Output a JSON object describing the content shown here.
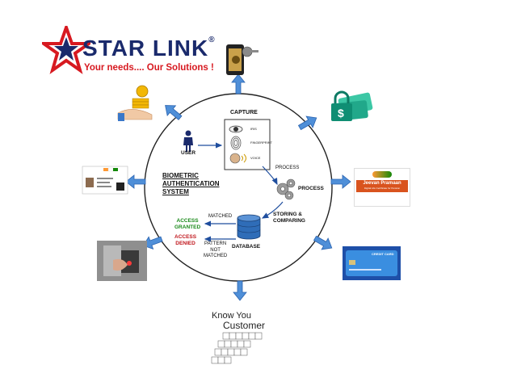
{
  "brand": {
    "name": "STAR LINK",
    "registered": "®",
    "tagline": "Your needs.... Our Solutions !",
    "color_red": "#d71920",
    "color_navy": "#1a2a6c"
  },
  "diagram": {
    "title_lines": [
      "BIOMETRIC",
      "AUTHENTICATION",
      "SYSTEM"
    ],
    "capture_label": "CAPTURE",
    "capture_items": [
      "IRIS",
      "FINGERPRINT",
      "VOICE"
    ],
    "user_label": "USER",
    "process_edge_label": "PROCESS",
    "process_label": "PROCESS",
    "storing_lines": [
      "STORING &",
      "COMPARING"
    ],
    "database_label": "DATABASE",
    "matched_label": "MATCHED",
    "not_matched_lines": [
      "PATTERN",
      "NOT",
      "MATCHED"
    ],
    "access_granted_lines": [
      "ACCESS",
      "GRANTED"
    ],
    "access_denied_lines": [
      "ACCESS",
      "DENIED"
    ],
    "granted_color": "#1a8a1a",
    "denied_color": "#c0171d",
    "arrow_color": "#1f4e9e",
    "outer_arrow_color": "#4f8fd8"
  },
  "apps": {
    "jeevan": {
      "title": "Jeevan Pramaan",
      "subtitle": "Digital Life Certificate for Pension"
    },
    "card": {
      "label": "CREDIT CARD"
    },
    "kyc": {
      "line1": "Know You",
      "line2": "Customer"
    }
  }
}
